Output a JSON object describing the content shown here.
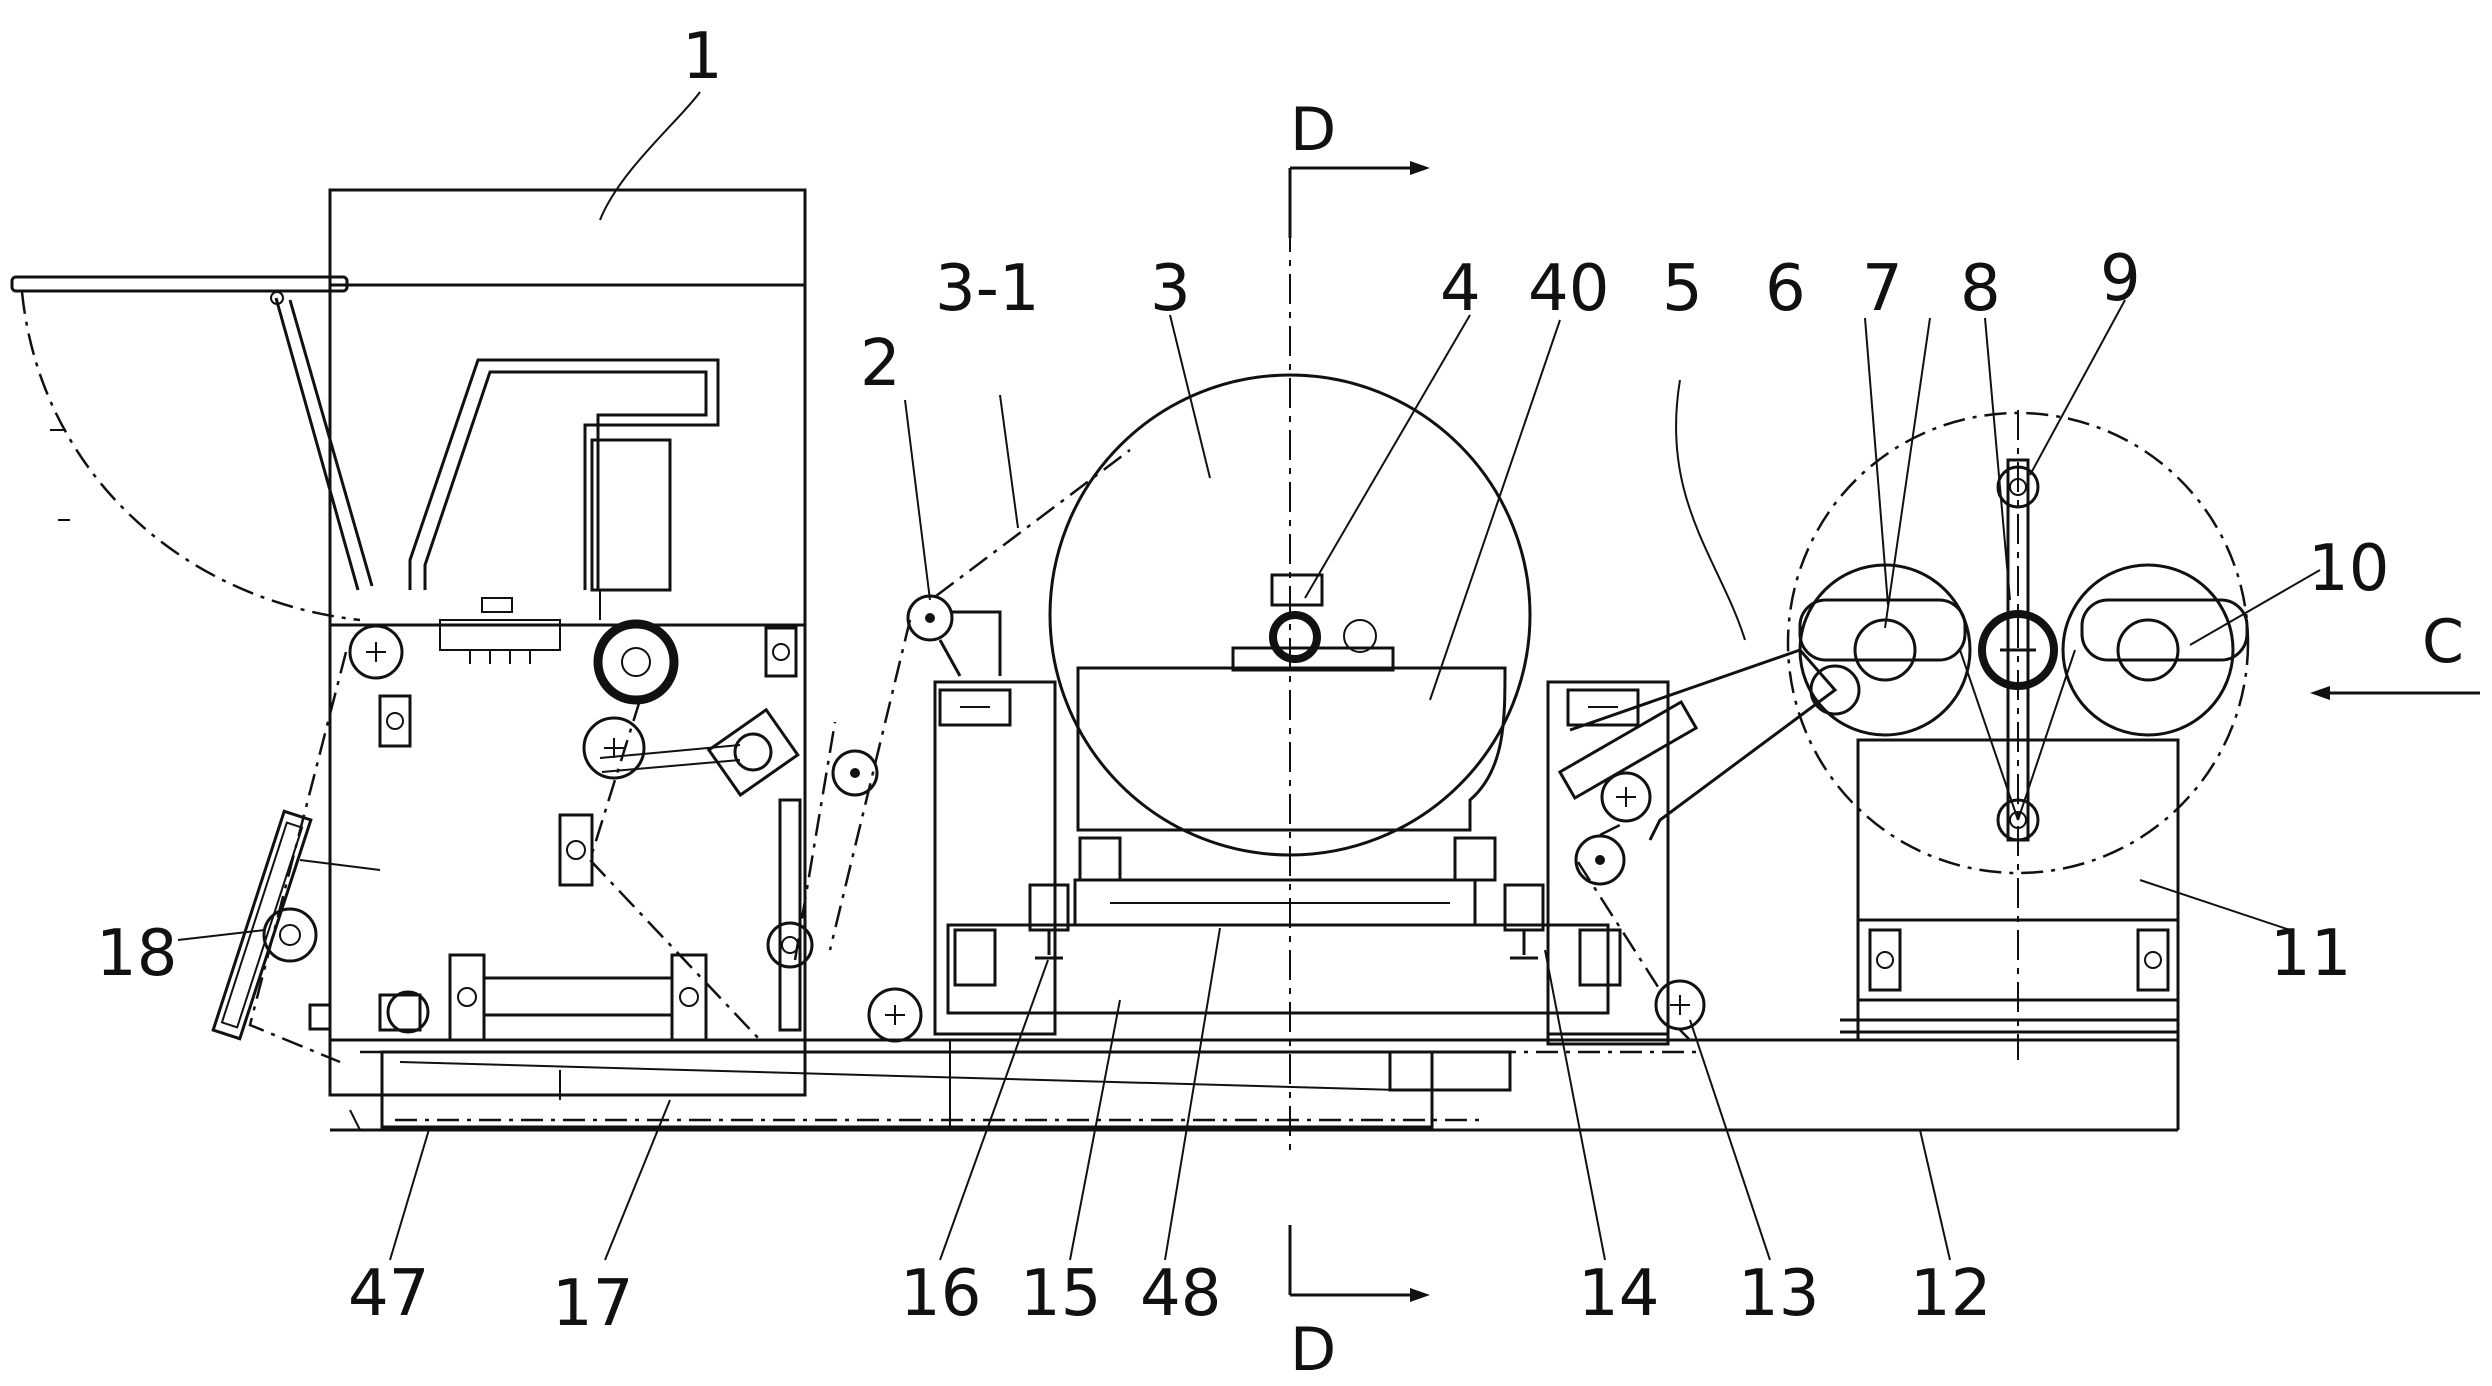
{
  "labels": {
    "l1": "1",
    "l2": "2",
    "l3_1": "3-1",
    "l3": "3",
    "l4": "4",
    "l40": "40",
    "l5": "5",
    "l6": "6",
    "l7": "7",
    "l8": "8",
    "l9": "9",
    "l10": "10",
    "l11": "11",
    "l12": "12",
    "l13": "13",
    "l14": "14",
    "l15": "15",
    "l16": "16",
    "l17": "17",
    "l18": "18",
    "l47": "47",
    "l48": "48"
  },
  "section_marks": {
    "d_top": "D",
    "d_bottom": "D",
    "c_view": "C"
  }
}
